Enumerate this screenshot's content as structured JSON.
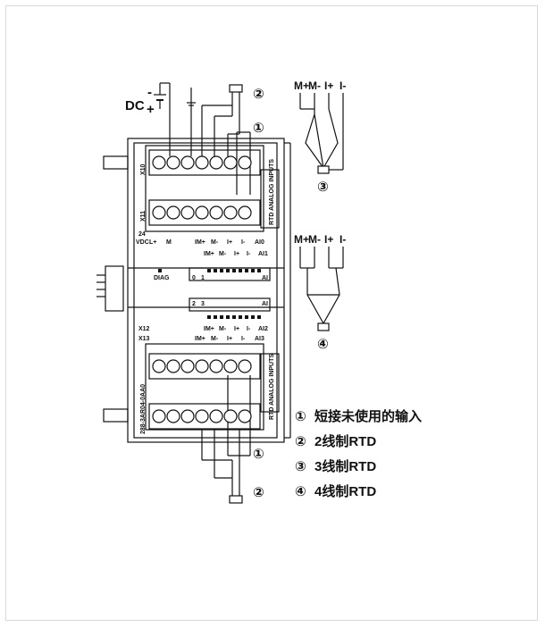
{
  "dc_label": "DC",
  "dc_minus": "-",
  "dc_plus": "+",
  "circle_marks": {
    "one": "①",
    "two": "②",
    "three": "③",
    "four": "④"
  },
  "sensor_3wire_labels": [
    "M+",
    "M-",
    "I+",
    "I-"
  ],
  "sensor_4wire_labels": [
    "M+",
    "M-",
    "I+",
    "I-"
  ],
  "module": {
    "x10": "X10",
    "x11": "X11",
    "x12": "X12",
    "x13": "X13",
    "side_label_top": "RTD ANALOG INPUTS",
    "side_label_bottom": "RTD ANALOG INPUTS",
    "model": "288-3AR04-0AA0",
    "top_row_labels": [
      "24",
      "VDC",
      "L+",
      "M",
      "IM+",
      "M-",
      "I+",
      "I-",
      "AI0"
    ],
    "top_row2_labels": [
      "IM+",
      "M-",
      "I+",
      "I-",
      "AI1"
    ],
    "diag": "DIAG",
    "ch_top": [
      "0",
      "1"
    ],
    "ai_top": "AI",
    "ch_bottom": [
      "2",
      "3"
    ],
    "ai_bottom": "AI",
    "bot_row_labels": [
      "IM+",
      "M-",
      "I+",
      "I-",
      "AI2"
    ],
    "bot_row2_labels": [
      "IM+",
      "M-",
      "I+",
      "I-",
      "AI3"
    ]
  },
  "legend": [
    {
      "mark": "①",
      "text": "短接未使用的输入"
    },
    {
      "mark": "②",
      "text": "2线制RTD"
    },
    {
      "mark": "③",
      "text": "3线制RTD"
    },
    {
      "mark": "④",
      "text": "4线制RTD"
    }
  ]
}
